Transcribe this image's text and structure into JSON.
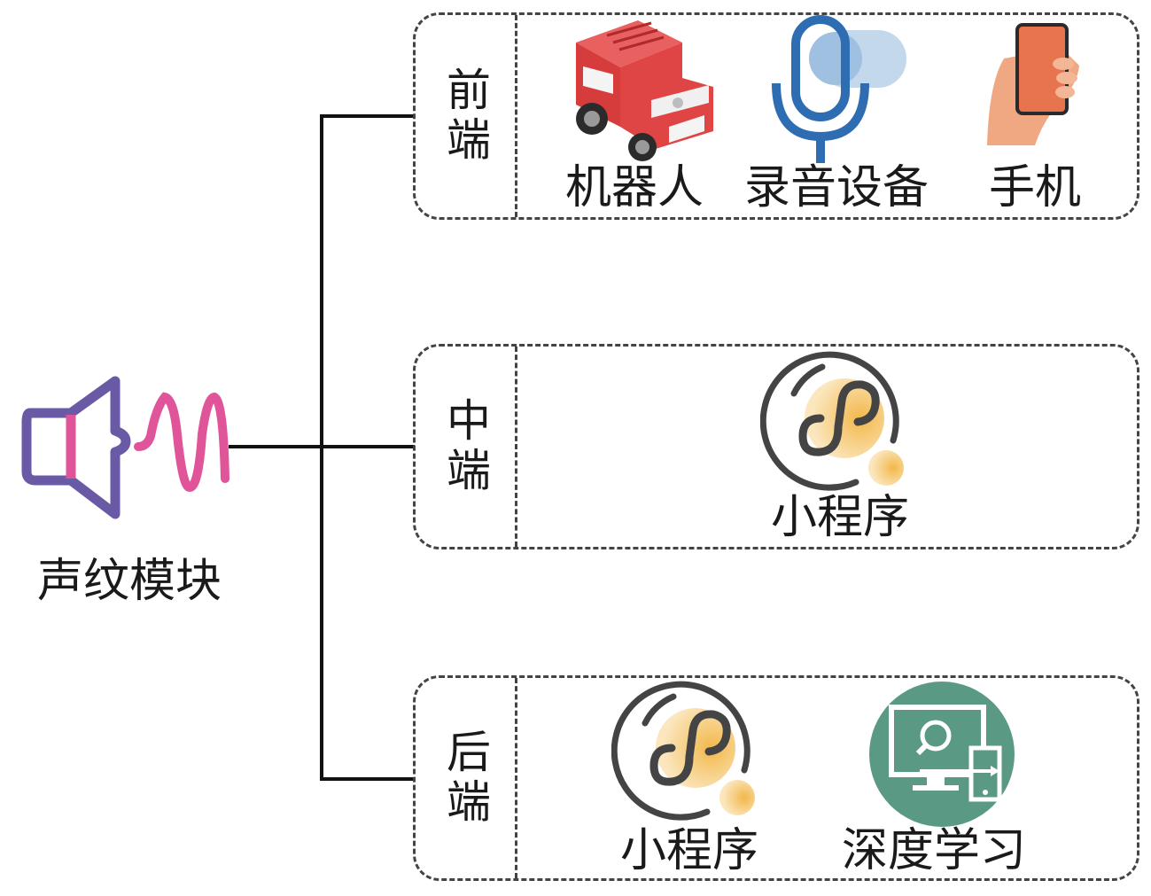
{
  "module": {
    "label": "声纹模块",
    "icon": "speaker-soundwave-icon",
    "colors": {
      "speaker": "#6a5aa6",
      "wave": "#e0559a"
    }
  },
  "tiers": [
    {
      "label": "前端",
      "items": [
        {
          "label": "机器人",
          "icon": "robot-car-icon"
        },
        {
          "label": "录音设备",
          "icon": "microphone-icon"
        },
        {
          "label": "手机",
          "icon": "phone-in-hand-icon"
        }
      ]
    },
    {
      "label": "中端",
      "items": [
        {
          "label": "小程序",
          "icon": "mini-program-icon"
        }
      ]
    },
    {
      "label": "后端",
      "items": [
        {
          "label": "小程序",
          "icon": "mini-program-icon"
        },
        {
          "label": "深度学习",
          "icon": "deep-learning-monitor-icon"
        }
      ]
    }
  ],
  "colors": {
    "robot": "#e04545",
    "microphone": "#2f6db3",
    "phone": "#e8734f",
    "hand": "#f0a882",
    "mini_program_accent": "#f2b84b",
    "deep_learning": "#5a9a85",
    "connector": "#111111",
    "dashed_border": "#444444"
  }
}
